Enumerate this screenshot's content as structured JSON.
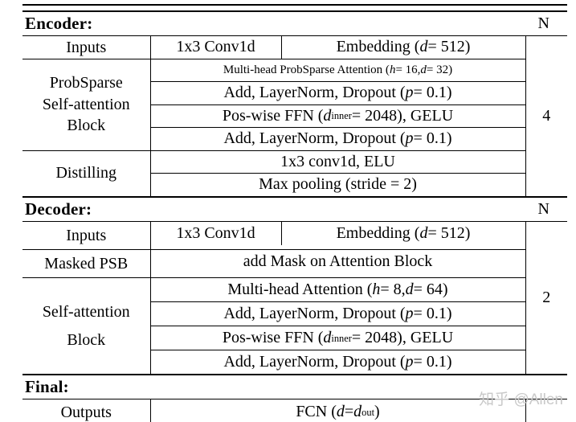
{
  "watermark": {
    "text": "知乎 @Allen",
    "color": "#c9c9c9"
  },
  "table": {
    "line_color": "#000000",
    "sections": [
      {
        "key": "encoder",
        "title": "Encoder:",
        "n_header": "N",
        "n_value": "4",
        "groups": [
          {
            "label_lines": [
              "Inputs"
            ],
            "rows": [
              {
                "cells": [
                  {
                    "fixed": true,
                    "segments": [
                      {
                        "t": "1x3 Conv1d"
                      }
                    ]
                  },
                  {
                    "segments": [
                      {
                        "t": "Embedding ("
                      },
                      {
                        "t": "d",
                        "italic": true
                      },
                      {
                        "t": " = 512)"
                      }
                    ]
                  }
                ]
              }
            ]
          },
          {
            "label_lines": [
              "ProbSparse",
              "Self-attention",
              "Block"
            ],
            "rows": [
              {
                "small": true,
                "cells": [
                  {
                    "segments": [
                      {
                        "t": "Multi-head ProbSparse Attention ("
                      },
                      {
                        "t": "h",
                        "italic": true
                      },
                      {
                        "t": " = 16, "
                      },
                      {
                        "t": "d",
                        "italic": true
                      },
                      {
                        "t": " = 32)"
                      }
                    ]
                  }
                ]
              },
              {
                "cells": [
                  {
                    "segments": [
                      {
                        "t": "Add, LayerNorm, Dropout ("
                      },
                      {
                        "t": "p",
                        "italic": true
                      },
                      {
                        "t": " = 0.1)"
                      }
                    ]
                  }
                ]
              },
              {
                "cells": [
                  {
                    "segments": [
                      {
                        "t": "Pos-wise FFN ("
                      },
                      {
                        "t": "d",
                        "italic": true
                      },
                      {
                        "t": "inner",
                        "sub": true
                      },
                      {
                        "t": " = 2048), GELU"
                      }
                    ]
                  }
                ]
              },
              {
                "cells": [
                  {
                    "segments": [
                      {
                        "t": "Add, LayerNorm, Dropout ("
                      },
                      {
                        "t": "p",
                        "italic": true
                      },
                      {
                        "t": " = 0.1)"
                      }
                    ]
                  }
                ]
              }
            ]
          },
          {
            "label_lines": [
              "Distilling"
            ],
            "rows": [
              {
                "cells": [
                  {
                    "segments": [
                      {
                        "t": "1x3 conv1d, ELU"
                      }
                    ]
                  }
                ]
              },
              {
                "cells": [
                  {
                    "segments": [
                      {
                        "t": "Max pooling (stride = 2)"
                      }
                    ]
                  }
                ]
              }
            ]
          }
        ]
      },
      {
        "key": "decoder",
        "title": "Decoder:",
        "n_header": "N",
        "n_value": "2",
        "groups": [
          {
            "label_lines": [
              "Inputs"
            ],
            "rows": [
              {
                "cells": [
                  {
                    "fixed": true,
                    "segments": [
                      {
                        "t": "1x3 Conv1d"
                      }
                    ]
                  },
                  {
                    "segments": [
                      {
                        "t": "Embedding ("
                      },
                      {
                        "t": "d",
                        "italic": true
                      },
                      {
                        "t": " = 512)"
                      }
                    ]
                  }
                ]
              }
            ]
          },
          {
            "label_lines": [
              "Masked PSB"
            ],
            "rows": [
              {
                "cells": [
                  {
                    "segments": [
                      {
                        "t": "add Mask on Attention Block"
                      }
                    ]
                  }
                ]
              }
            ]
          },
          {
            "label_lines": [
              "Self-attention",
              "Block"
            ],
            "rows": [
              {
                "cells": [
                  {
                    "segments": [
                      {
                        "t": "Multi-head Attention ("
                      },
                      {
                        "t": "h",
                        "italic": true
                      },
                      {
                        "t": " = 8, "
                      },
                      {
                        "t": "d",
                        "italic": true
                      },
                      {
                        "t": " = 64)"
                      }
                    ]
                  }
                ]
              },
              {
                "cells": [
                  {
                    "segments": [
                      {
                        "t": "Add, LayerNorm, Dropout ("
                      },
                      {
                        "t": "p",
                        "italic": true
                      },
                      {
                        "t": " = 0.1)"
                      }
                    ]
                  }
                ]
              },
              {
                "cells": [
                  {
                    "segments": [
                      {
                        "t": "Pos-wise FFN ("
                      },
                      {
                        "t": "d",
                        "italic": true
                      },
                      {
                        "t": "inner",
                        "sub": true
                      },
                      {
                        "t": " = 2048), GELU"
                      }
                    ]
                  }
                ]
              },
              {
                "cells": [
                  {
                    "segments": [
                      {
                        "t": "Add, LayerNorm, Dropout ("
                      },
                      {
                        "t": "p",
                        "italic": true
                      },
                      {
                        "t": " = 0.1)"
                      }
                    ]
                  }
                ]
              }
            ]
          }
        ]
      },
      {
        "key": "final",
        "title": "Final:",
        "n_header": "",
        "n_value": "",
        "groups": [
          {
            "label_lines": [
              "Outputs"
            ],
            "rows": [
              {
                "cells": [
                  {
                    "segments": [
                      {
                        "t": "FCN ("
                      },
                      {
                        "t": "d",
                        "italic": true
                      },
                      {
                        "t": " = "
                      },
                      {
                        "t": "d",
                        "italic": true
                      },
                      {
                        "t": "out",
                        "sub": true
                      },
                      {
                        "t": ")"
                      }
                    ]
                  }
                ]
              }
            ]
          }
        ]
      }
    ]
  }
}
